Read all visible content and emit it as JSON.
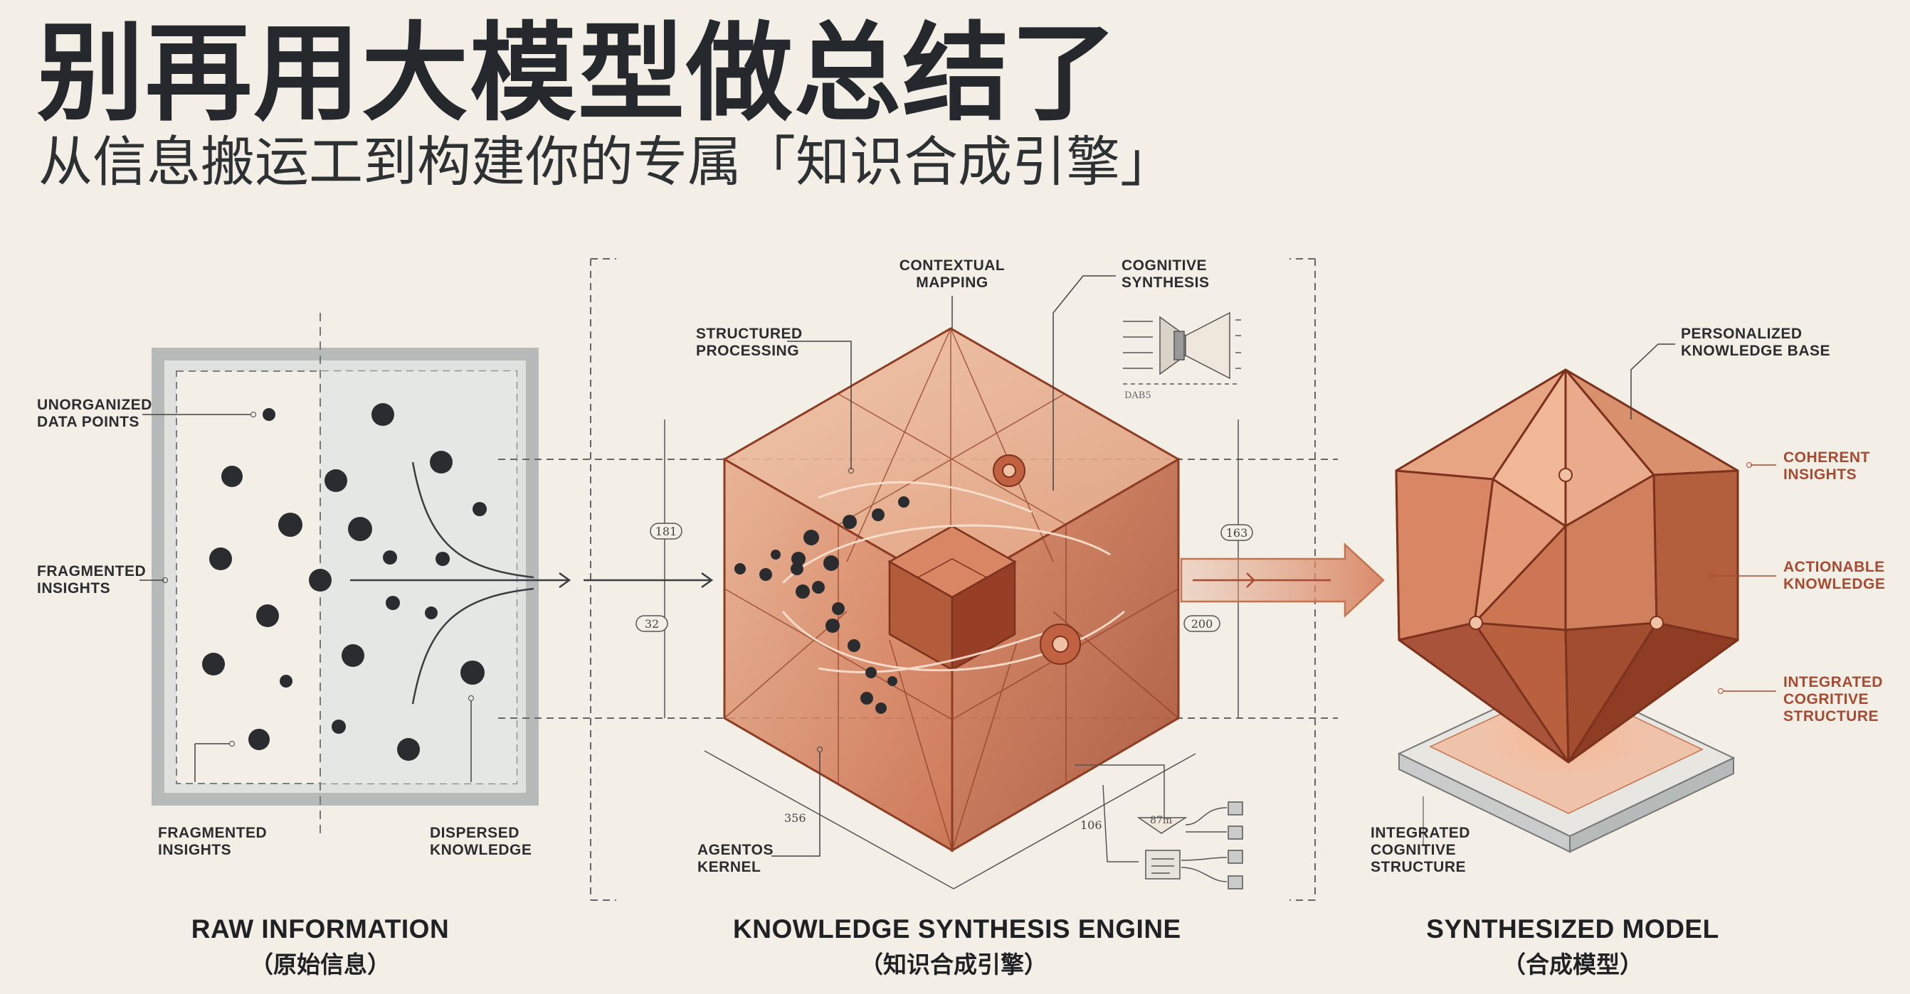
{
  "header": {
    "title": "别再用大模型做总结了",
    "subtitle": "从信息搬运工到构建你的专属「知识合成引擎」"
  },
  "labels": {
    "unorganized_1": "UNORGANIZED",
    "unorganized_2": "DATA POINTS",
    "frag_left_1": "FRAGMENTED",
    "frag_left_2": "INSIGHTS",
    "frag_bottom_1": "FRAGMENTED",
    "frag_bottom_2": "INSIGHTS",
    "dispersed_1": "DISPERSED",
    "dispersed_2": "KNOWLEDGE",
    "contextual_1": "CONTEXTUAL",
    "contextual_2": "MAPPING",
    "cognitive_1": "COGNITIVE",
    "cognitive_2": "SYNTHESIS",
    "structured_1": "STRUCTURED",
    "structured_2": "PROCESSING",
    "agentos_1": "AGENTOS",
    "agentos_2": "KERNEL",
    "personalized_1": "PERSONALIZED",
    "personalized_2": "KNOWLEDGE BASE",
    "coherent_1": "COHERENT",
    "coherent_2": "INSIGHTS",
    "actionable_1": "ACTIONABLE",
    "actionable_2": "KNOWLEDGE",
    "integrated_r_1": "INTEGRATED",
    "integrated_r_2": "COGRITIVE",
    "integrated_r_3": "STRUCTURE",
    "integrated_b_1": "INTEGRATED",
    "integrated_b_2": "COGNITIVE",
    "integrated_b_3": "STRUCTURE",
    "dim_181": "181",
    "dim_32": "32",
    "dim_163": "163",
    "dim_200": "200",
    "dim_356": "356",
    "dim_106": "106",
    "dim_dabs": "DAB5",
    "dim_87m": "87m"
  },
  "sections": {
    "raw_en": "RAW INFORMATION",
    "raw_zh": "（原始信息）",
    "engine_en": "KNOWLEDGE SYNTHESIS ENGINE",
    "engine_zh": "（知识合成引擎）",
    "model_en": "SYNTHESIZED MODEL",
    "model_zh": "（合成模型）"
  },
  "colors": {
    "background": "#f3efe6",
    "accent": "#c8724f",
    "accent_dark": "#8e3c24",
    "panel_gray": "#c9cccb",
    "dot": "#2a2c2f"
  }
}
